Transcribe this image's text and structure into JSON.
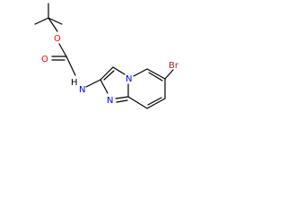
{
  "molecule": {
    "atoms": {
      "oxygen_ether": "O",
      "oxygen_carbonyl": "O",
      "hydrogen_nh": "H",
      "nitrogen_nh": "N",
      "nitrogen_bridgehead": "N",
      "nitrogen_imidazole": "N",
      "bromine": "Br"
    },
    "colors": {
      "bond": "#000000",
      "nitrogen": "#0000ff",
      "oxygen": "#ff0000",
      "bromine": "#a52a2a",
      "hydrogen": "#000000"
    }
  }
}
